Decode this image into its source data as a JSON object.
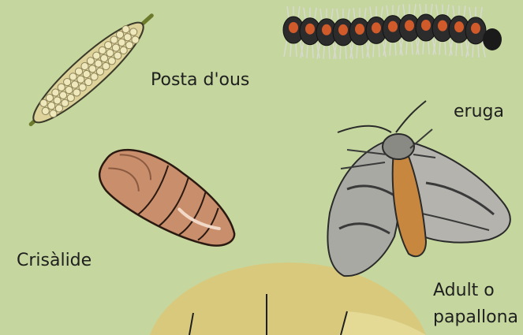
{
  "labels": {
    "eggs": "Posta d'ous",
    "caterpillar": "eruga",
    "pupa": "Crisàlide",
    "adult_line1": "Adult o",
    "adult_line2": "papallona"
  },
  "colors": {
    "background": "#c5d79e",
    "wheel": "#d8c97d",
    "wheel_light": "#e4da96",
    "egg": "#e9e2b0",
    "pupa": "#c98e6c",
    "caterpillar_body": "#2c2c2c",
    "caterpillar_spot": "#d05a2a",
    "moth_wing": "#a9a9a3",
    "moth_body": "#c8873e"
  },
  "icons": [
    "egg-cluster-icon",
    "caterpillar-icon",
    "pupa-icon",
    "moth-icon",
    "cycle-wheel-icon"
  ]
}
